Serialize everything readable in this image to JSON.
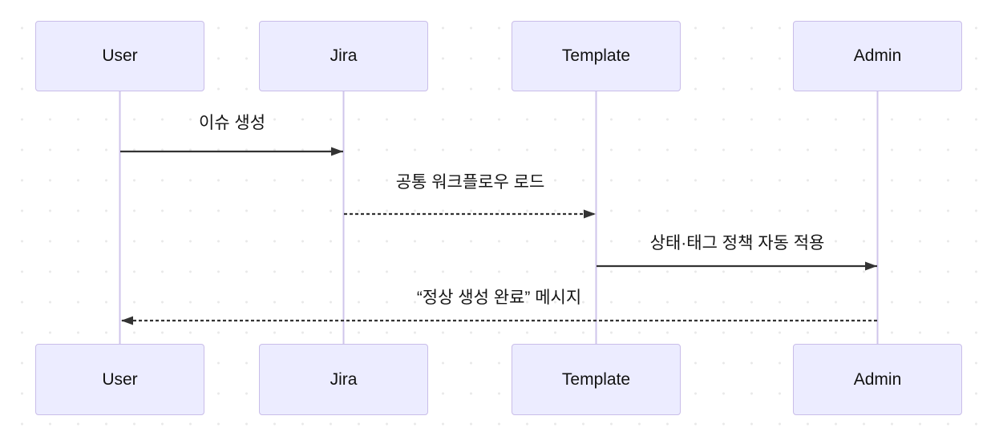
{
  "diagram": {
    "kind": "sequence-diagram",
    "actors": [
      {
        "id": "user",
        "name": "User"
      },
      {
        "id": "jira",
        "name": "Jira"
      },
      {
        "id": "template",
        "name": "Template"
      },
      {
        "id": "admin",
        "name": "Admin"
      }
    ],
    "messages": [
      {
        "from": "User",
        "to": "Jira",
        "label": "이슈 생성",
        "line": "solid",
        "direction": "right"
      },
      {
        "from": "Jira",
        "to": "Template",
        "label": "공통 워크플로우 로드",
        "line": "dashed",
        "direction": "right"
      },
      {
        "from": "Template",
        "to": "Admin",
        "label": "상태·태그 정책 자동 적용",
        "line": "solid",
        "direction": "right"
      },
      {
        "from": "Admin",
        "to": "User",
        "label": "“정상 생성 완료” 메시지",
        "line": "dashed",
        "direction": "left"
      }
    ],
    "colors": {
      "actor_fill": "#ECECFF",
      "actor_border": "#C9BDE9",
      "lifeline": "#CFC5EB",
      "arrow": "#333333",
      "message_text": "#151515",
      "background_dot": "#E9E9E9",
      "background": "#FFFFFF"
    }
  }
}
